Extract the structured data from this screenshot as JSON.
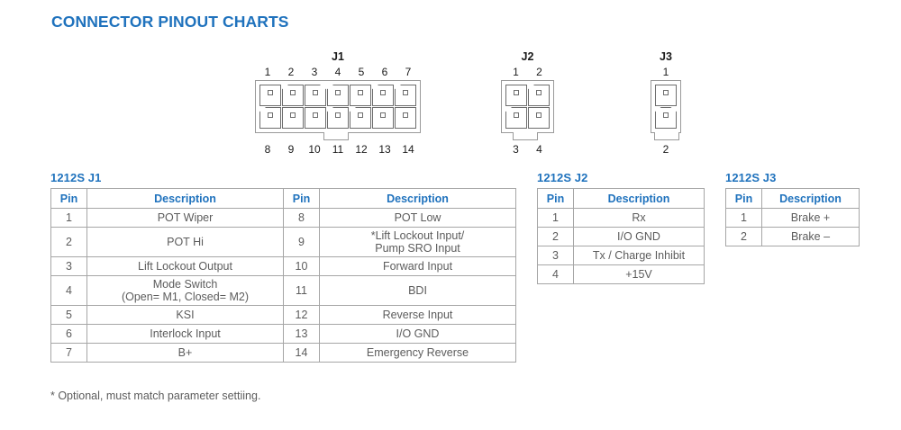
{
  "title": "CONNECTOR PINOUT CHARTS",
  "accent_color": "#1f72bd",
  "text_color": "#5c5c5c",
  "connectors": [
    {
      "name": "J1",
      "top_pins": [
        "1",
        "2",
        "3",
        "4",
        "5",
        "6",
        "7"
      ],
      "bottom_pins": [
        "8",
        "9",
        "10",
        "11",
        "12",
        "13",
        "14"
      ],
      "columns": 7,
      "rows": 2,
      "latch_under_pin": "11"
    },
    {
      "name": "J2",
      "top_pins": [
        "1",
        "2"
      ],
      "bottom_pins": [
        "3",
        "4"
      ],
      "columns": 2,
      "rows": 2,
      "latch_under_pin": "3-4"
    },
    {
      "name": "J3",
      "top_pins": [
        "1"
      ],
      "bottom_pins": [
        "2"
      ],
      "columns": 1,
      "rows": 2,
      "latch_under_pin": "2"
    }
  ],
  "tables": [
    {
      "id": "j1",
      "title": "1212S J1",
      "headers": [
        "Pin",
        "Description",
        "Pin",
        "Description"
      ],
      "rows": [
        {
          "pin_a": "1",
          "desc_a": "POT Wiper",
          "pin_b": "8",
          "desc_b": "POT Low",
          "tall": false
        },
        {
          "pin_a": "2",
          "desc_a": "POT Hi",
          "pin_b": "9",
          "desc_b": "*Lift Lockout Input/\nPump SRO Input",
          "tall": true
        },
        {
          "pin_a": "3",
          "desc_a": "Lift Lockout Output",
          "pin_b": "10",
          "desc_b": "Forward Input",
          "tall": false
        },
        {
          "pin_a": "4",
          "desc_a": "Mode Switch\n(Open= M1, Closed= M2)",
          "pin_b": "11",
          "desc_b": "BDI",
          "tall": true
        },
        {
          "pin_a": "5",
          "desc_a": "KSI",
          "pin_b": "12",
          "desc_b": "Reverse Input",
          "tall": false
        },
        {
          "pin_a": "6",
          "desc_a": "Interlock Input",
          "pin_b": "13",
          "desc_b": "I/O GND",
          "tall": false
        },
        {
          "pin_a": "7",
          "desc_a": "B+",
          "pin_b": "14",
          "desc_b": "Emergency Reverse",
          "tall": false
        }
      ],
      "footnote": "* Optional, must match parameter settiing."
    },
    {
      "id": "j2",
      "title": "1212S J2",
      "headers": [
        "Pin",
        "Description"
      ],
      "rows": [
        {
          "pin": "1",
          "desc": "Rx"
        },
        {
          "pin": "2",
          "desc": "I/O GND"
        },
        {
          "pin": "3",
          "desc": "Tx / Charge Inhibit"
        },
        {
          "pin": "4",
          "desc": "+15V"
        }
      ]
    },
    {
      "id": "j3",
      "title": "1212S J3",
      "headers": [
        "Pin",
        "Description"
      ],
      "rows": [
        {
          "pin": "1",
          "desc": "Brake +"
        },
        {
          "pin": "2",
          "desc": "Brake –"
        }
      ]
    }
  ]
}
